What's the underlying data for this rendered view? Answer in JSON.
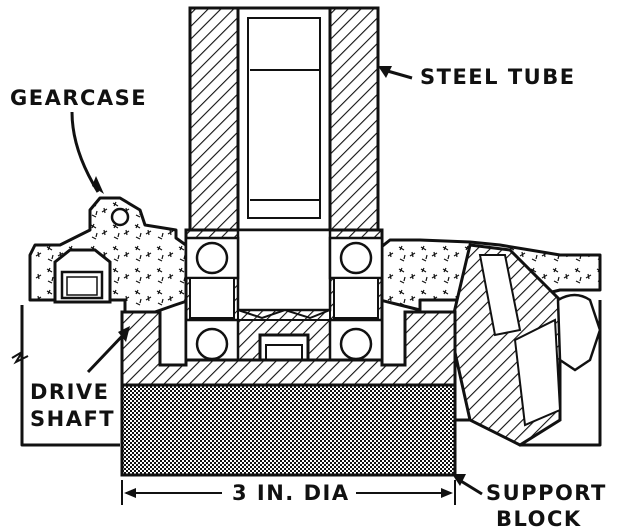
{
  "diagram": {
    "labels": {
      "gearcase": "GEARCASE",
      "steel_tube": "STEEL TUBE",
      "drive_shaft_line1": "DRIVE",
      "drive_shaft_line2": "SHAFT",
      "support_block_line1": "SUPPORT",
      "support_block_line2": "BLOCK",
      "dimension": "3 IN. DIA"
    },
    "colors": {
      "ink": "#111111",
      "paper": "#ffffff"
    }
  }
}
